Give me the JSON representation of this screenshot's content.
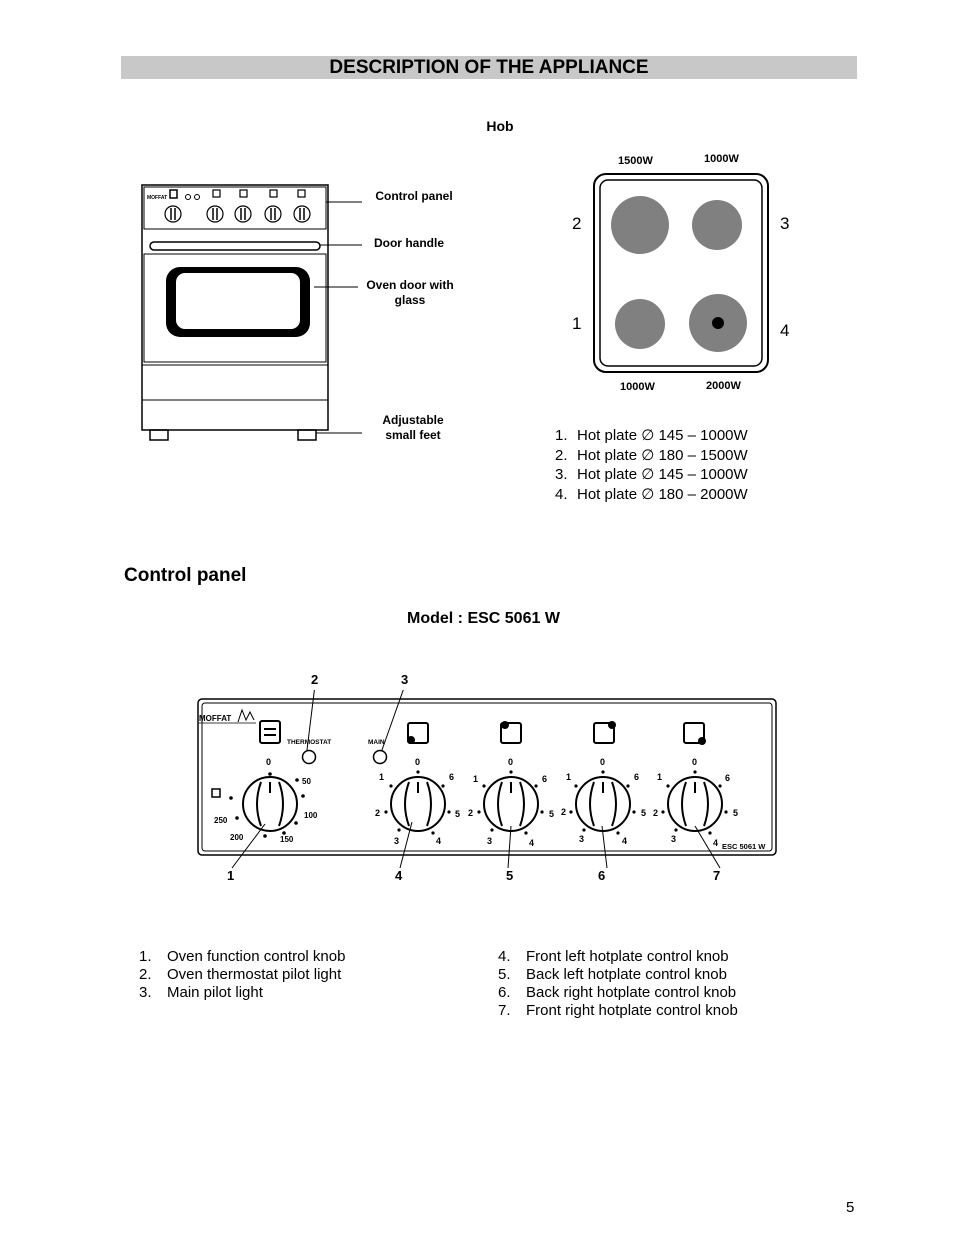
{
  "title": "DESCRIPTION OF THE APPLIANCE",
  "hob_heading": "Hob",
  "appliance_labels": {
    "control_panel": "Control panel",
    "door_handle": "Door handle",
    "oven_door_line1": "Oven door with",
    "oven_door_line2": "glass",
    "feet_line1": "Adjustable",
    "feet_line2": "small feet"
  },
  "hob_diagram": {
    "top_left_watt": "1500W",
    "top_right_watt": "1000W",
    "bottom_left_watt": "1000W",
    "bottom_right_watt": "2000W",
    "num_1": "1",
    "num_2": "2",
    "num_3": "3",
    "num_4": "4"
  },
  "hotplates": [
    {
      "num": "1.",
      "text": "Hot plate ∅ 145  – 1000W"
    },
    {
      "num": "2.",
      "text": "Hot plate ∅ 180  – 1500W"
    },
    {
      "num": "3.",
      "text": "Hot plate ∅ 145    – 1000W"
    },
    {
      "num": "4.",
      "text": "Hot plate ∅ 180    – 2000W"
    }
  ],
  "control_panel_heading": "Control panel",
  "model": "Model : ESC 5061 W",
  "panel": {
    "brand": "MOFFAT",
    "thermostat_label": "THERMOSTAT",
    "main_label": "MAIN",
    "model_code": "ESC 5061 W",
    "oven_scale": [
      "0",
      "50",
      "100",
      "150",
      "200",
      "250"
    ],
    "hotplate_scale": [
      "0",
      "1",
      "2",
      "3",
      "4",
      "5",
      "6"
    ]
  },
  "callouts": {
    "c1": "1",
    "c2": "2",
    "c3": "3",
    "c4": "4",
    "c5": "5",
    "c6": "6",
    "c7": "7"
  },
  "legend_left": [
    {
      "num": "1.",
      "text": "Oven function control knob"
    },
    {
      "num": "2.",
      "text": "Oven thermostat pilot light"
    },
    {
      "num": "3.",
      "text": "Main pilot light"
    }
  ],
  "legend_right": [
    {
      "num": "4.",
      "text": "Front left hotplate control knob"
    },
    {
      "num": "5.",
      "text": "Back left hotplate control knob"
    },
    {
      "num": "6.",
      "text": "Back right hotplate control knob"
    },
    {
      "num": "7.",
      "text": "Front right hotplate control knob"
    }
  ],
  "page_number": "5"
}
